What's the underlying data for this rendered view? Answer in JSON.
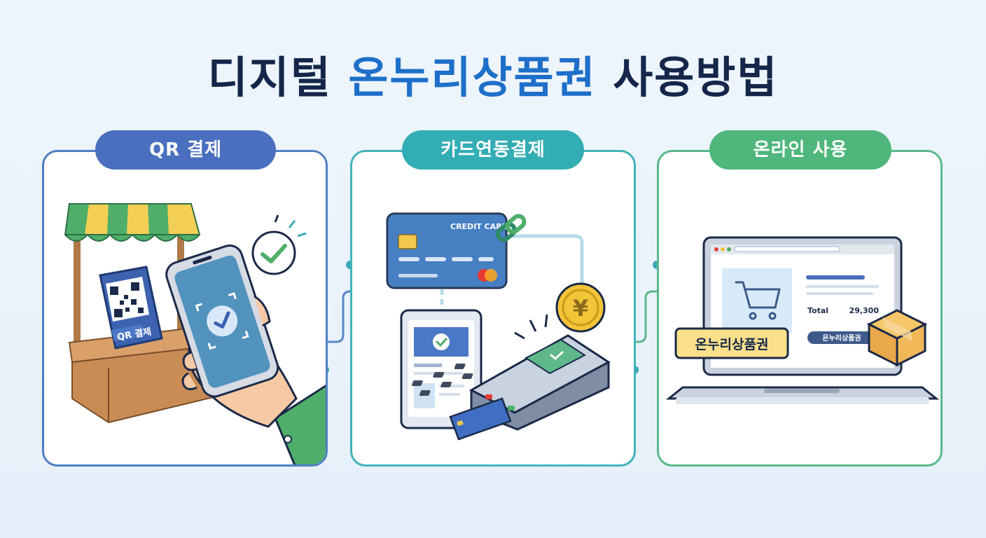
{
  "title": {
    "main": "디지털 ",
    "accent": "온누리상품권",
    "tail": " 사용방법"
  },
  "panels": {
    "qr": {
      "label": "QR 결제",
      "stand_label": "QR 결제"
    },
    "card": {
      "label": "카드연동결제",
      "card_text": "CREDIT CARD",
      "coin_symbol": "¥"
    },
    "online": {
      "label": "온라인 사용",
      "total_label": "Total",
      "total_value": "29,300",
      "voucher_button": "온누리상품권",
      "voucher_sign": "온누리상품권"
    }
  },
  "colors": {
    "qr": "#4a6fbe",
    "card": "#33adb4",
    "online": "#4fb77c",
    "title": "#14274a",
    "accent": "#1e6fc9"
  }
}
